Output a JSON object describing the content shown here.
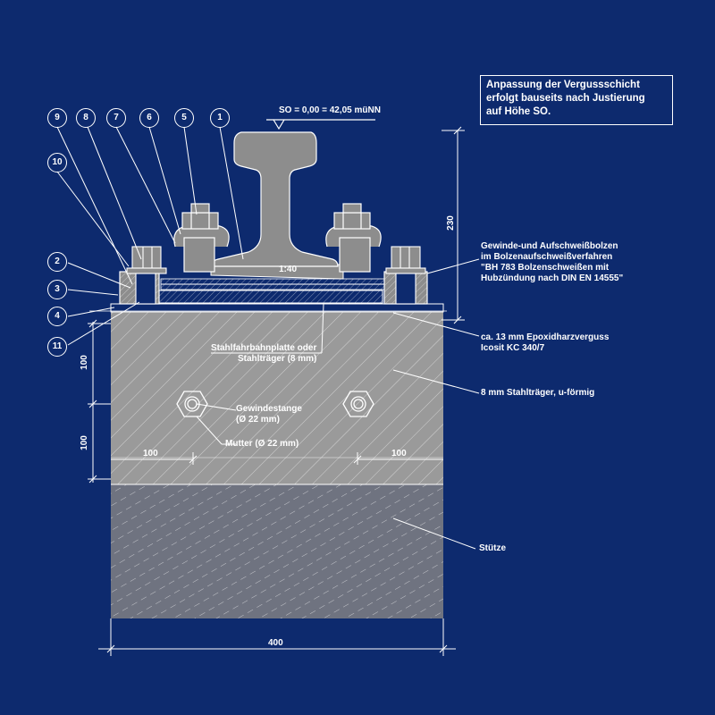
{
  "note": {
    "lines": [
      "Anpassung der Vergussschicht",
      "erfolgt bauseits nach Justierung",
      "auf Höhe SO."
    ]
  },
  "so_label": "SO = 0,00 = 42,05 müNN",
  "slope_label": "1:40",
  "part_numbers": [
    "1",
    "2",
    "3",
    "4",
    "5",
    "6",
    "7",
    "8",
    "9",
    "10",
    "11"
  ],
  "callouts": {
    "bolt": [
      "Gewinde-und Aufschweißbolzen",
      "im Bolzenaufschweißverfahren",
      "\"BH 783 Bolzenschweißen mit",
      "Hubzündung nach DIN EN 14555\""
    ],
    "epoxy": [
      "ca. 13 mm Epoxidharzverguss",
      "Icosit KC 340/7"
    ],
    "beam": "8 mm Stahlträger, u-förmig",
    "plate": [
      "Stahlfahrbahnplatte oder",
      "Stahlträger (8 mm)"
    ],
    "rod": [
      "Gewindestange",
      "(Ø 22 mm)"
    ],
    "nut": "Mutter (Ø 22 mm)",
    "column": "Stütze"
  },
  "dimensions": {
    "height_230": "230",
    "v100_top": "100",
    "v100_bottom": "100",
    "h100_left": "100",
    "h100_right": "100",
    "width_400": "400"
  },
  "colors": {
    "background": "#0d2a6e",
    "line": "#ffffff",
    "section_fill": "#9a9a9a",
    "column_fill": "#6f7380"
  }
}
